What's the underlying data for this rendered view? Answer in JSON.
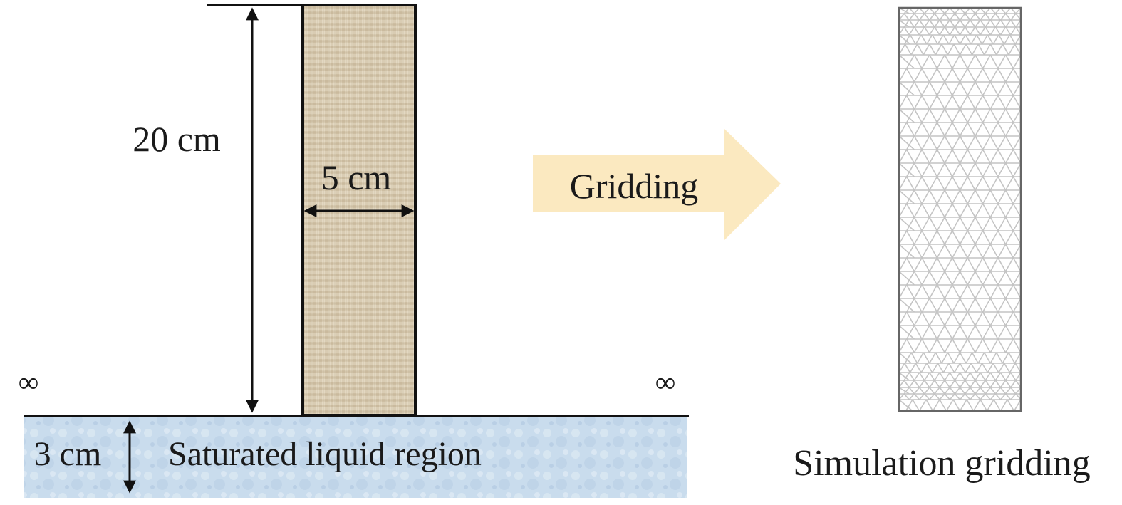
{
  "labels": {
    "height": "20 cm",
    "width": "5 cm",
    "liquid_depth": "3 cm",
    "liquid_region": "Saturated liquid region",
    "infinity_left": "∞",
    "infinity_right": "∞",
    "arrow_text": "Gridding",
    "mesh_caption": "Simulation gridding"
  },
  "colors": {
    "sample": "#d9ccb3",
    "liquid": "#c9dced",
    "arrow": "#fbe9c0",
    "mesh_line": "#c4c4c4",
    "mesh_border": "#666666",
    "line": "#111111"
  }
}
